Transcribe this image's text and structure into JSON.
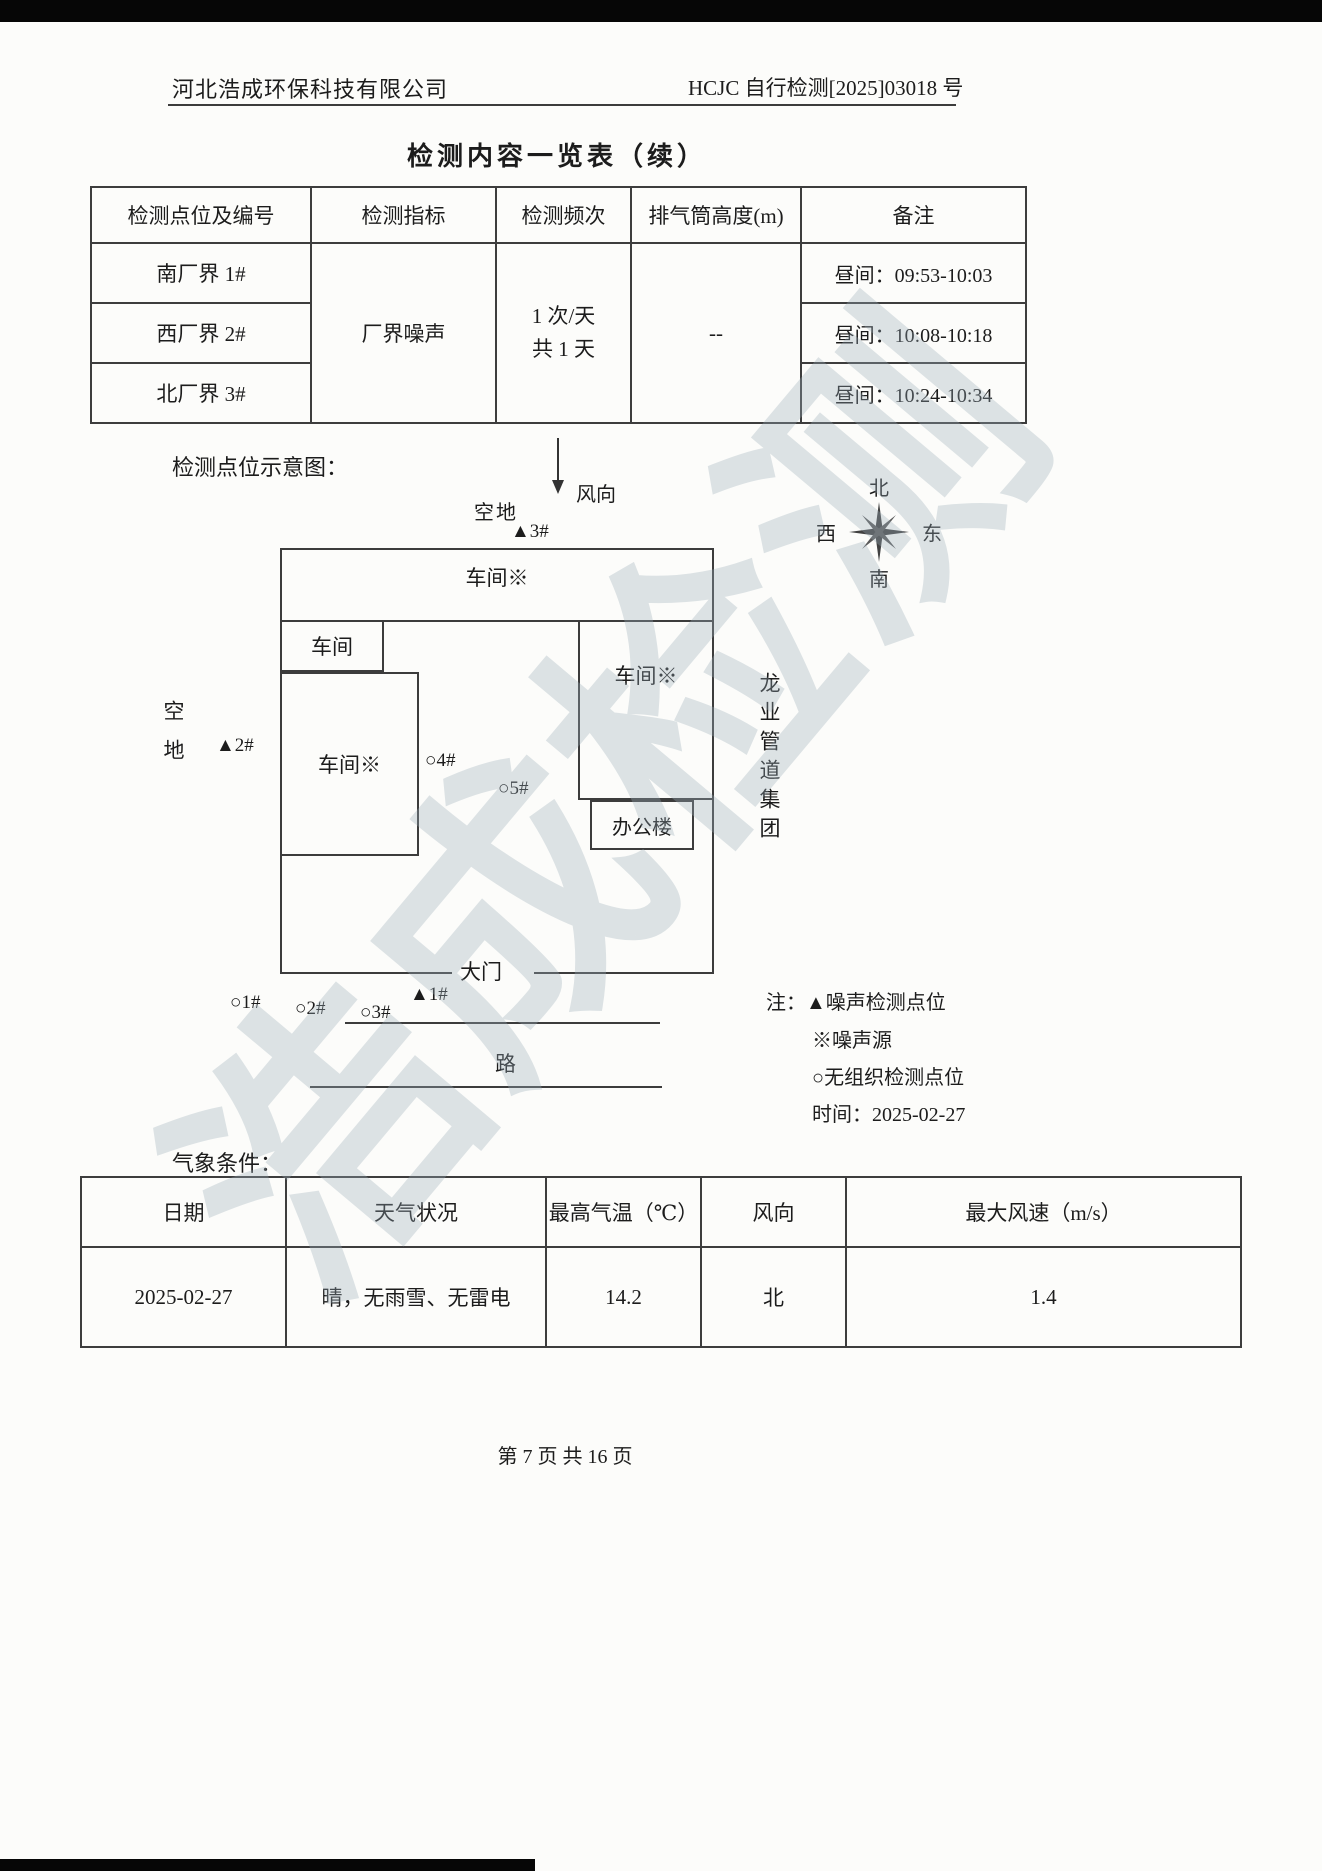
{
  "header": {
    "company": "河北浩成环保科技有限公司",
    "doc_number": "HCJC 自行检测[2025]03018 号"
  },
  "title": "检测内容一览表（续）",
  "monitor_table": {
    "headers": [
      "检测点位及编号",
      "检测指标",
      "检测频次",
      "排气筒高度(m)",
      "备注"
    ],
    "indicator": "厂界噪声",
    "frequency_line1": "1 次/天",
    "frequency_line2": "共 1 天",
    "stack_height": "--",
    "rows": [
      {
        "point": "南厂界 1#",
        "remark": "昼间：09:53-10:03"
      },
      {
        "point": "西厂界 2#",
        "remark": "昼间：10:08-10:18"
      },
      {
        "point": "北厂界 3#",
        "remark": "昼间：10:24-10:34"
      }
    ]
  },
  "diagram": {
    "section_label": "检测点位示意图：",
    "wind_label": "风向",
    "open_area_top": "空地",
    "open_area_left": "空地",
    "neighbor_right": "龙业管道集团",
    "compass": {
      "north": "北",
      "south": "南",
      "east": "东",
      "west": "西"
    },
    "buildings": {
      "workshop_top": "车间※",
      "workshop_small": "车间",
      "workshop_right": "车间※",
      "workshop_left": "车间※",
      "office": "办公楼",
      "gate": "大门",
      "road": "路"
    },
    "markers": {
      "noise_1": "▲1#",
      "noise_2": "▲2#",
      "noise_3": "▲3#",
      "fugitive_1": "○1#",
      "fugitive_2": "○2#",
      "fugitive_3": "○3#",
      "fugitive_4": "○4#",
      "fugitive_5": "○5#"
    },
    "legend": {
      "line1": "注：▲噪声检测点位",
      "line2": "※噪声源",
      "line3": "○无组织检测点位",
      "line4": "时间：2025-02-27"
    }
  },
  "weather": {
    "section_label": "气象条件：",
    "headers": [
      "日期",
      "天气状况",
      "最高气温（℃）",
      "风向",
      "最大风速（m/s）"
    ],
    "row": [
      "2025-02-27",
      "晴，无雨雪、无雷电",
      "14.2",
      "北",
      "1.4"
    ]
  },
  "footer": {
    "page_info": "第 7 页 共 16 页"
  },
  "watermark": "浩成检测"
}
